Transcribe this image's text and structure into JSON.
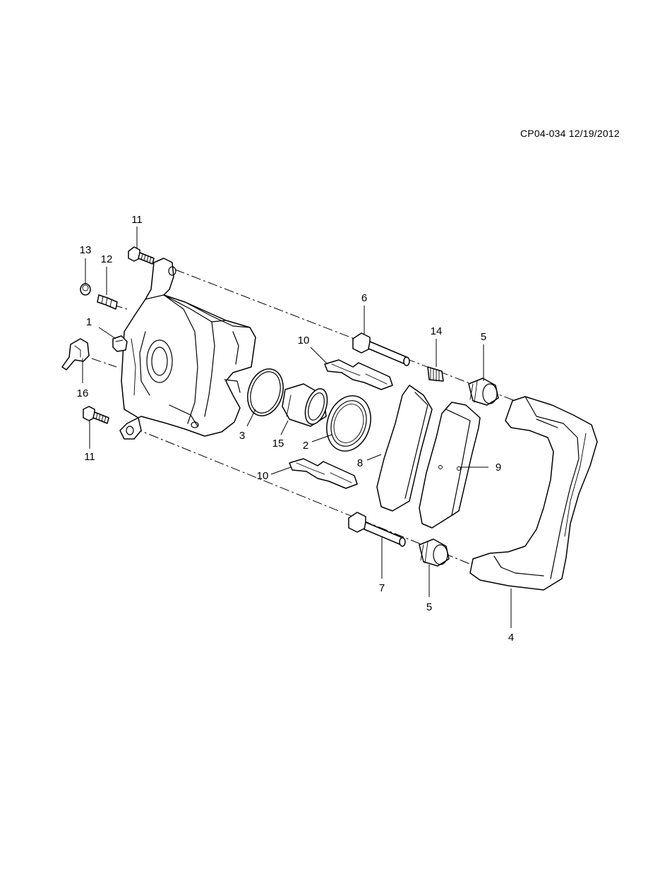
{
  "header": {
    "ref_code": "CP04-034 12/19/2012"
  },
  "callouts": [
    {
      "id": "c11a",
      "text": "11"
    },
    {
      "id": "c13",
      "text": "13"
    },
    {
      "id": "c12",
      "text": "12"
    },
    {
      "id": "c1",
      "text": "1"
    },
    {
      "id": "c16",
      "text": "16"
    },
    {
      "id": "c11b",
      "text": "11"
    },
    {
      "id": "c3",
      "text": "3"
    },
    {
      "id": "c15",
      "text": "15"
    },
    {
      "id": "c2",
      "text": "2"
    },
    {
      "id": "c6",
      "text": "6"
    },
    {
      "id": "c10a",
      "text": "10"
    },
    {
      "id": "c14",
      "text": "14"
    },
    {
      "id": "c5a",
      "text": "5"
    },
    {
      "id": "c10b",
      "text": "10"
    },
    {
      "id": "c8",
      "text": "8"
    },
    {
      "id": "c9",
      "text": "9"
    },
    {
      "id": "c7",
      "text": "7"
    },
    {
      "id": "c5b",
      "text": "5"
    },
    {
      "id": "c4",
      "text": "4"
    }
  ]
}
